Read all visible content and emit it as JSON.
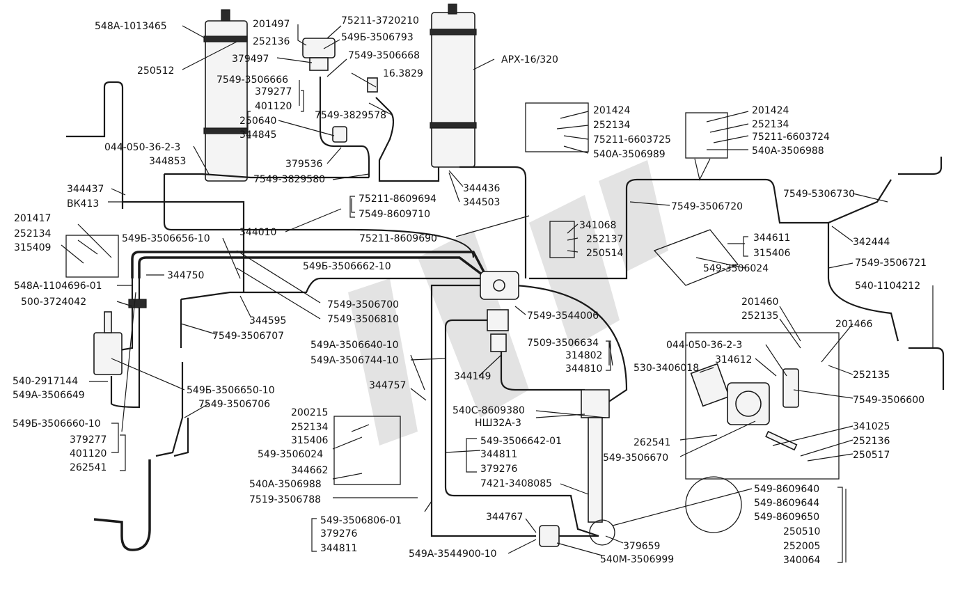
{
  "labels": [
    {
      "id": "l548a1013465",
      "text": "548А-1013465"
    },
    {
      "id": "l250512",
      "text": "250512"
    },
    {
      "id": "l201497",
      "text": "201497"
    },
    {
      "id": "l252136a",
      "text": "252136"
    },
    {
      "id": "l379497",
      "text": "379497"
    },
    {
      "id": "l7549_3506666",
      "text": "7549-3506666"
    },
    {
      "id": "l379277a",
      "text": "379277"
    },
    {
      "id": "l401120a",
      "text": "401120"
    },
    {
      "id": "l250640",
      "text": "250640"
    },
    {
      "id": "l344845",
      "text": "344845"
    },
    {
      "id": "l75211_3720210",
      "text": "75211-3720210"
    },
    {
      "id": "l549b_3506793",
      "text": "549Б-3506793"
    },
    {
      "id": "l7549_3506668",
      "text": "7549-3506668"
    },
    {
      "id": "l16_3829",
      "text": "16.3829"
    },
    {
      "id": "l7549_3829578",
      "text": "7549-3829578"
    },
    {
      "id": "l379536",
      "text": "379536"
    },
    {
      "id": "l7549_3829580",
      "text": "7549-3829580"
    },
    {
      "id": "lapx",
      "text": "АРХ-16/320"
    },
    {
      "id": "l044_a",
      "text": "044-050-36-2-3"
    },
    {
      "id": "l344853",
      "text": "344853"
    },
    {
      "id": "l344437",
      "text": "344437"
    },
    {
      "id": "lbk413",
      "text": "ВК413"
    },
    {
      "id": "l201417",
      "text": "201417"
    },
    {
      "id": "l252134a",
      "text": "252134"
    },
    {
      "id": "l315409",
      "text": "315409"
    },
    {
      "id": "l548a1104696",
      "text": "548А-1104696-01"
    },
    {
      "id": "l500_3724042",
      "text": "500-3724042"
    },
    {
      "id": "l540_2917144",
      "text": "540-2917144"
    },
    {
      "id": "l549a_3506649",
      "text": "549А-3506649"
    },
    {
      "id": "l549b_3506660",
      "text": "549Б-3506660-10"
    },
    {
      "id": "l379277b",
      "text": "379277"
    },
    {
      "id": "l401120b",
      "text": "401120"
    },
    {
      "id": "l262541a",
      "text": "262541"
    },
    {
      "id": "l344750",
      "text": "344750"
    },
    {
      "id": "l549b_3506656",
      "text": "549Б-3506656-10"
    },
    {
      "id": "l549b_3506662",
      "text": "549Б-3506662-10"
    },
    {
      "id": "l344010",
      "text": "344010"
    },
    {
      "id": "l75211_8609694",
      "text": "75211-8609694"
    },
    {
      "id": "l7549_8609710",
      "text": "7549-8609710"
    },
    {
      "id": "l344436",
      "text": "344436"
    },
    {
      "id": "l344503",
      "text": "344503"
    },
    {
      "id": "l75211_8609690",
      "text": "75211-8609690"
    },
    {
      "id": "l344595",
      "text": "344595"
    },
    {
      "id": "l7549_3506700",
      "text": "7549-3506700"
    },
    {
      "id": "l7549_3506810",
      "text": "7549-3506810"
    },
    {
      "id": "l7549_3506707",
      "text": "7549-3506707"
    },
    {
      "id": "l549b_3506650",
      "text": "549Б-3506650-10"
    },
    {
      "id": "l7549_3506706",
      "text": "7549-3506706"
    },
    {
      "id": "l549a_3506640",
      "text": "549А-3506640-10"
    },
    {
      "id": "l549a_3506744",
      "text": "549А-3506744-10"
    },
    {
      "id": "l344757",
      "text": "344757"
    },
    {
      "id": "l344149",
      "text": "344149"
    },
    {
      "id": "l540c_8609380",
      "text": "540С-8609380"
    },
    {
      "id": "lnsh32a",
      "text": "НШ32А-3"
    },
    {
      "id": "l200215",
      "text": "200215"
    },
    {
      "id": "l252134b",
      "text": "252134"
    },
    {
      "id": "l315406a",
      "text": "315406"
    },
    {
      "id": "l549_3506024a",
      "text": "549-3506024"
    },
    {
      "id": "l344662",
      "text": "344662"
    },
    {
      "id": "l540a_3506988a",
      "text": "540А-3506988"
    },
    {
      "id": "l7519_3506788",
      "text": "7519-3506788"
    },
    {
      "id": "l549_3506642",
      "text": "549-3506642-01"
    },
    {
      "id": "l344811a",
      "text": "344811"
    },
    {
      "id": "l379276a",
      "text": "379276"
    },
    {
      "id": "l7421_3408085",
      "text": "7421-3408085"
    },
    {
      "id": "l549_3506806",
      "text": "549-3506806-01"
    },
    {
      "id": "l379276b",
      "text": "379276"
    },
    {
      "id": "l344811b",
      "text": "344811"
    },
    {
      "id": "l344767",
      "text": "344767"
    },
    {
      "id": "l549a_3544900",
      "text": "549А-3544900-10"
    },
    {
      "id": "l540m_3506999",
      "text": "540М-3506999"
    },
    {
      "id": "l379659",
      "text": "379659"
    },
    {
      "id": "l201424a",
      "text": "201424"
    },
    {
      "id": "l252134c",
      "text": "252134"
    },
    {
      "id": "l75211_6603725",
      "text": "75211-6603725"
    },
    {
      "id": "l540a_3506989",
      "text": "540А-3506989"
    },
    {
      "id": "l201424b",
      "text": "201424"
    },
    {
      "id": "l252134d",
      "text": "252134"
    },
    {
      "id": "l75211_6603724",
      "text": "75211-6603724"
    },
    {
      "id": "l540a_3506988b",
      "text": "540А-3506988"
    },
    {
      "id": "l7549_5306730",
      "text": "7549-5306730"
    },
    {
      "id": "l7549_3506720",
      "text": "7549-3506720"
    },
    {
      "id": "l342444",
      "text": "342444"
    },
    {
      "id": "l7549_3506721",
      "text": "7549-3506721"
    },
    {
      "id": "l540_1104212",
      "text": "540-1104212"
    },
    {
      "id": "l341068",
      "text": "341068"
    },
    {
      "id": "l252137",
      "text": "252137"
    },
    {
      "id": "l250514",
      "text": "250514"
    },
    {
      "id": "l344611",
      "text": "344611"
    },
    {
      "id": "l315406b",
      "text": "315406"
    },
    {
      "id": "l549_3506024b",
      "text": "549-3506024"
    },
    {
      "id": "l7549_3544006",
      "text": "7549-3544006"
    },
    {
      "id": "l7509_3506634",
      "text": "7509-3506634"
    },
    {
      "id": "l314802",
      "text": "314802"
    },
    {
      "id": "l344810",
      "text": "344810"
    },
    {
      "id": "l201460",
      "text": "201460"
    },
    {
      "id": "l252135a",
      "text": "252135"
    },
    {
      "id": "l201466",
      "text": "201466"
    },
    {
      "id": "l044_b",
      "text": "044-050-36-2-3"
    },
    {
      "id": "l314612",
      "text": "314612"
    },
    {
      "id": "l530_3406018",
      "text": "530-3406018"
    },
    {
      "id": "l252135b",
      "text": "252135"
    },
    {
      "id": "l7549_3506600",
      "text": "7549-3506600"
    },
    {
      "id": "l341025",
      "text": "341025"
    },
    {
      "id": "l252136b",
      "text": "252136"
    },
    {
      "id": "l250517",
      "text": "250517"
    },
    {
      "id": "l262541b",
      "text": "262541"
    },
    {
      "id": "l549_3506670",
      "text": "549-3506670"
    },
    {
      "id": "l549_8609640",
      "text": "549-8609640"
    },
    {
      "id": "l549_8609644",
      "text": "549-8609644"
    },
    {
      "id": "l549_8609650",
      "text": "549-8609650"
    },
    {
      "id": "l250510",
      "text": "250510"
    },
    {
      "id": "l252005",
      "text": "252005"
    },
    {
      "id": "l340064",
      "text": "340064"
    }
  ]
}
